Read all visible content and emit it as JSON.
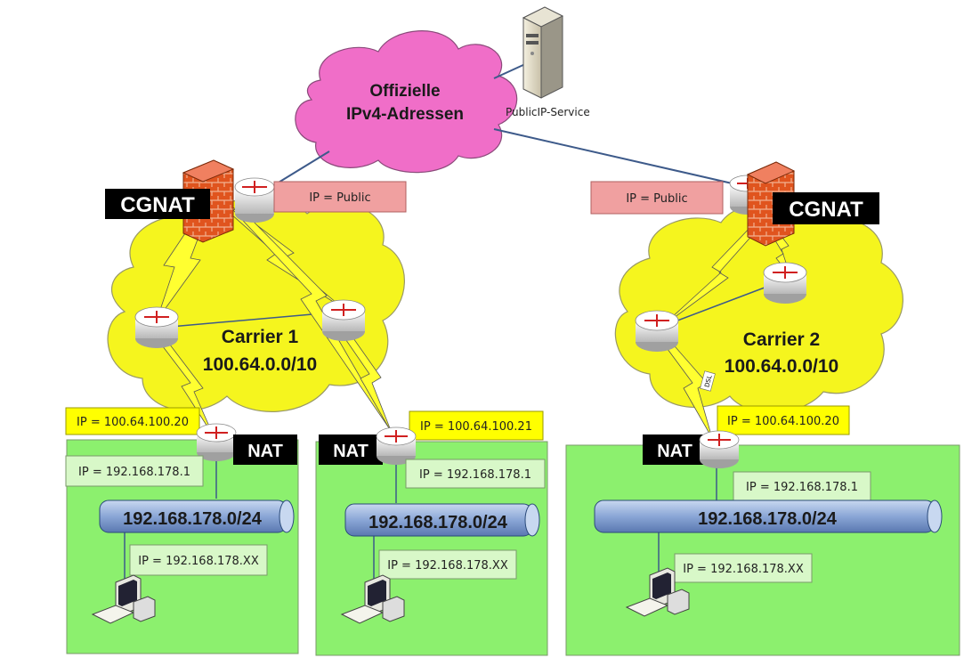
{
  "internet": {
    "line1": "Offizielle",
    "line2": "IPv4-Adressen"
  },
  "server": {
    "label": "PublicIP-Service"
  },
  "carrier1": {
    "name": "Carrier 1",
    "subnet": "100.64.0.0/10",
    "cgnat_label": "CGNAT",
    "public_ip": "IP = Public"
  },
  "carrier2": {
    "name": "Carrier 2",
    "subnet": "100.64.0.0/10",
    "cgnat_label": "CGNAT",
    "public_ip": "IP = Public"
  },
  "lans": [
    {
      "nat_label": "NAT",
      "wan_ip": "IP = 100.64.100.20",
      "router_ip": "IP = 192.168.178.1",
      "subnet": "192.168.178.0/24",
      "client_ip": "IP = 192.168.178.XX"
    },
    {
      "nat_label": "NAT",
      "wan_ip": "IP = 100.64.100.21",
      "router_ip": "IP = 192.168.178.1",
      "subnet": "192.168.178.0/24",
      "client_ip": "IP = 192.168.178.XX"
    },
    {
      "nat_label": "NAT",
      "wan_ip": "IP = 100.64.100.20",
      "router_ip": "IP = 192.168.178.1",
      "subnet": "192.168.178.0/24",
      "client_ip": "IP = 192.168.178.XX"
    }
  ],
  "link_tag": "DSL",
  "colors": {
    "internet_cloud": "#f06ec8",
    "carrier_cloud": "#f5f51e",
    "lan_area": "#8cf06e",
    "public_ip_box": "#f0a0a0",
    "wan_ip_box": "#ffff00",
    "lan_ip_box": "#d8f8c8",
    "bus": "#a8bfe0",
    "link_line": "#3d5a8a"
  }
}
